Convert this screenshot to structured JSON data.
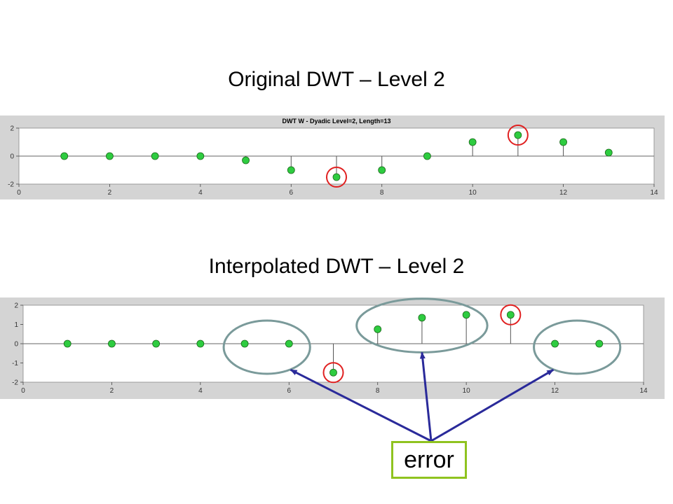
{
  "headings": {
    "original": "Original DWT – Level 2",
    "interpolated": "Interpolated DWT – Level 2"
  },
  "error_label": "error",
  "colors": {
    "panel_bg": "#d4d4d4",
    "plot_bg": "#ffffff",
    "marker_fill": "#2ecc40",
    "marker_edge": "#1a6a1a",
    "stem": "#555555",
    "highlight_red": "#e02020",
    "error_ellipse": "#7a9a9a",
    "arrow": "#2a2a9a",
    "error_box_border": "#8fc31f"
  },
  "chart_data": [
    {
      "type": "scatter",
      "style": "stem",
      "title": "DWT W - Dyadic Level=2, Length=13",
      "xlabel": "",
      "ylabel": "",
      "xlim": [
        0,
        14
      ],
      "ylim": [
        -2,
        2
      ],
      "x_ticks": [
        0,
        2,
        4,
        6,
        8,
        10,
        12,
        14
      ],
      "y_ticks": [
        2,
        0,
        -2
      ],
      "x": [
        1,
        2,
        3,
        4,
        5,
        6,
        7,
        8,
        9,
        10,
        11,
        12,
        13
      ],
      "y": [
        0,
        0,
        0,
        0,
        -0.3,
        -1.0,
        -1.5,
        -1.0,
        0,
        1.0,
        1.5,
        1.0,
        0.25
      ],
      "red_circled_x": [
        7,
        11
      ],
      "grid": false
    },
    {
      "type": "scatter",
      "style": "stem",
      "title": "",
      "xlabel": "",
      "ylabel": "",
      "xlim": [
        0,
        14
      ],
      "ylim": [
        -2,
        2
      ],
      "x_ticks": [
        0,
        2,
        4,
        6,
        8,
        10,
        12,
        14
      ],
      "y_ticks": [
        2,
        1,
        0,
        -1,
        -2
      ],
      "x": [
        1,
        2,
        3,
        4,
        5,
        6,
        7,
        8,
        9,
        10,
        11,
        12,
        13
      ],
      "y": [
        0,
        0,
        0,
        0,
        0,
        0,
        -1.5,
        0.75,
        1.35,
        1.5,
        1.5,
        0,
        0
      ],
      "red_circled_x": [
        7,
        11
      ],
      "error_groups": [
        [
          5,
          6
        ],
        [
          8,
          9,
          10
        ],
        [
          12,
          13
        ]
      ],
      "grid": false
    }
  ]
}
